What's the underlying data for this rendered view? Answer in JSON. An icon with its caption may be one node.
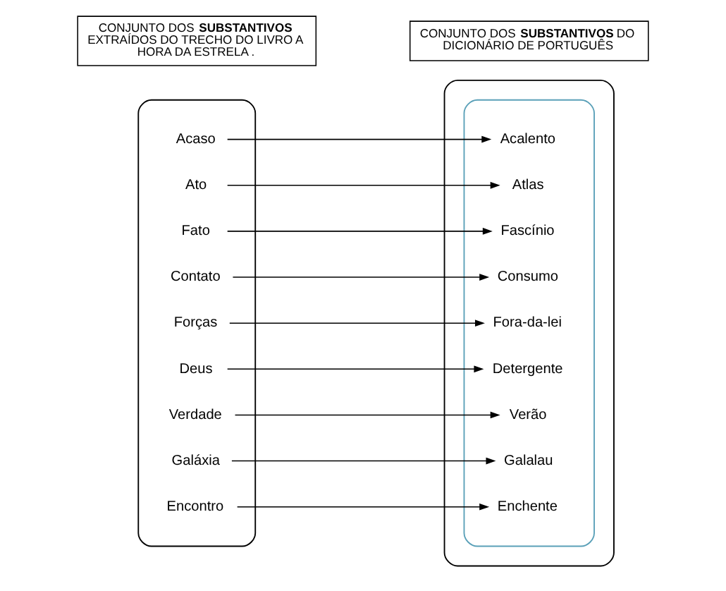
{
  "diagram": {
    "nodes": [
      {
        "text": [
          "CONJUNTO DOS **SUBSTANTIVOS** EXTRAÍDOS DO TRECHO DO LIVRO A HORA DA ESTRELA ."
        ]
      },
      {
        "text": [
          "CONJUNTO DOS **SUBSTANTIVOS** DO DICIONÁRIO DE PORTUGUÊS"
        ]
      },
      {
        "text": [],
        "shape": "ellipse"
      },
      {
        "text": [],
        "shape": "ellipse"
      },
      {
        "text": [],
        "shape": "ellipse",
        "in": 3
      },
      {
        "text": [
          "Acaso"
        ],
        "in": 2
      },
      {
        "text": [
          "Ato"
        ],
        "in": 2
      },
      {
        "text": [
          "Fato"
        ],
        "in": 2
      },
      {
        "text": [
          "Contato"
        ],
        "in": 2
      },
      {
        "text": [
          "Forças"
        ],
        "in": 2
      },
      {
        "text": [
          "Deus"
        ],
        "in": 2
      },
      {
        "text": [
          "Verdade"
        ],
        "in": 2
      },
      {
        "text": [
          "Galáxia"
        ],
        "in": 2
      },
      {
        "text": [
          "Encontro"
        ],
        "in": 2
      },
      {
        "text": [
          "Acalento"
        ],
        "in": 4
      },
      {
        "text": [
          "Atlas"
        ],
        "in": 4
      },
      {
        "text": [
          "Fascínio"
        ],
        "in": 4
      },
      {
        "text": [
          "Consumo"
        ],
        "in": 4
      },
      {
        "text": [
          "Fora-da-lei"
        ],
        "in": 4
      },
      {
        "text": [
          "Detergente"
        ],
        "in": 4
      },
      {
        "text": [
          "Verão"
        ],
        "in": 4
      },
      {
        "text": [
          "Galalau"
        ],
        "in": 4
      },
      {
        "text": [
          "Enchente"
        ],
        "in": 4
      }
    ],
    "edges": [
      {
        "from": 5,
        "to": 14,
        "arrow": "to"
      },
      {
        "from": 6,
        "to": 15,
        "arrow": "to"
      },
      {
        "from": 7,
        "to": 16,
        "arrow": "to"
      },
      {
        "from": 8,
        "to": 17,
        "arrow": "to"
      },
      {
        "from": 9,
        "to": 18,
        "arrow": "to"
      },
      {
        "from": 10,
        "to": 19,
        "arrow": "to"
      },
      {
        "from": 11,
        "to": 20,
        "arrow": "to"
      },
      {
        "from": 12,
        "to": 21,
        "arrow": "to"
      },
      {
        "from": 13,
        "to": 22,
        "arrow": "to"
      }
    ]
  }
}
